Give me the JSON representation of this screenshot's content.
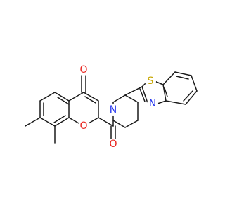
{
  "molecule": {
    "atoms": [
      {
        "id": "O1",
        "label": "O",
        "color": "#e8221c"
      },
      {
        "id": "O2",
        "label": "O",
        "color": "#e8221c"
      },
      {
        "id": "O3",
        "label": "O",
        "color": "#e8221c"
      },
      {
        "id": "N1",
        "label": "N",
        "color": "#2233ee"
      },
      {
        "id": "N2",
        "label": "N",
        "color": "#2233ee"
      },
      {
        "id": "S1",
        "label": "S",
        "color": "#c7a600"
      }
    ],
    "bond_color": "#1a1a1a"
  }
}
